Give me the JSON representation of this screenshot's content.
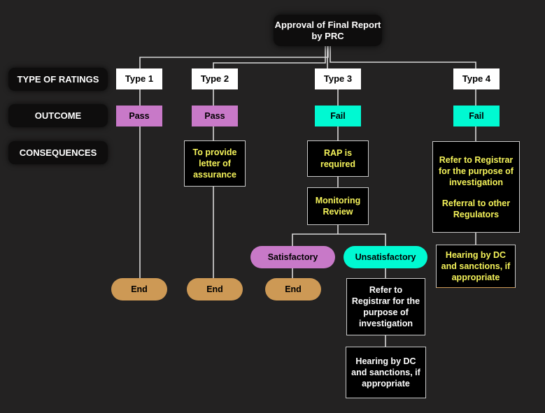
{
  "title": "Approval of Final Report by PRC",
  "row_labels": {
    "type": "TYPE OF RATINGS",
    "outcome": "OUTCOME",
    "consequences": "CONSEQUENCES"
  },
  "columns": [
    {
      "type": "Type 1",
      "outcome": "Pass",
      "end": "End"
    },
    {
      "type": "Type 2",
      "outcome": "Pass",
      "consequence": "To provide letter of assurance",
      "end": "End"
    },
    {
      "type": "Type 3",
      "outcome": "Fail",
      "consequence": "RAP is required",
      "review": "Monitoring Review",
      "branches": {
        "satisfactory": {
          "label": "Satisfactory",
          "end": "End"
        },
        "unsatisfactory": {
          "label": "Unsatisfactory",
          "refer": "Refer to Registrar for the purpose of investigation",
          "hearing": "Hearing by DC and sanctions, if appropriate"
        }
      }
    },
    {
      "type": "Type 4",
      "outcome": "Fail",
      "consequence_line1": "Refer to Registrar for the purpose of investigation",
      "consequence_line2": "Referral to other Regulators",
      "hearing": "Hearing by DC and sanctions, if appropriate"
    }
  ],
  "colors": {
    "background": "#232222",
    "pass": "#c879c8",
    "fail": "#00f9d2",
    "end": "#cd9955",
    "consequence_text": "#f5f35a"
  }
}
